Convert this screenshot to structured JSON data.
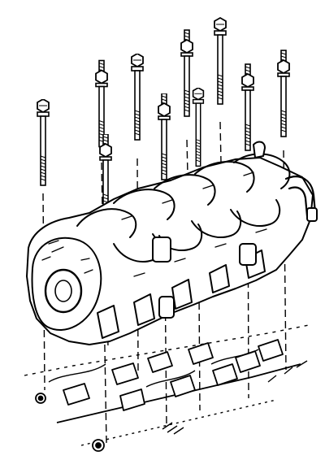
{
  "figure": {
    "subject": "intake-manifold-bolt-installation",
    "line_color": "#000000",
    "background_color": "#ffffff",
    "bolt_count": 10,
    "bolts": [
      {
        "id": "bolt-1"
      },
      {
        "id": "bolt-2"
      },
      {
        "id": "bolt-3"
      },
      {
        "id": "bolt-4"
      },
      {
        "id": "bolt-5"
      },
      {
        "id": "bolt-6"
      },
      {
        "id": "bolt-7"
      },
      {
        "id": "bolt-8"
      },
      {
        "id": "bolt-9"
      },
      {
        "id": "bolt-10"
      }
    ]
  }
}
